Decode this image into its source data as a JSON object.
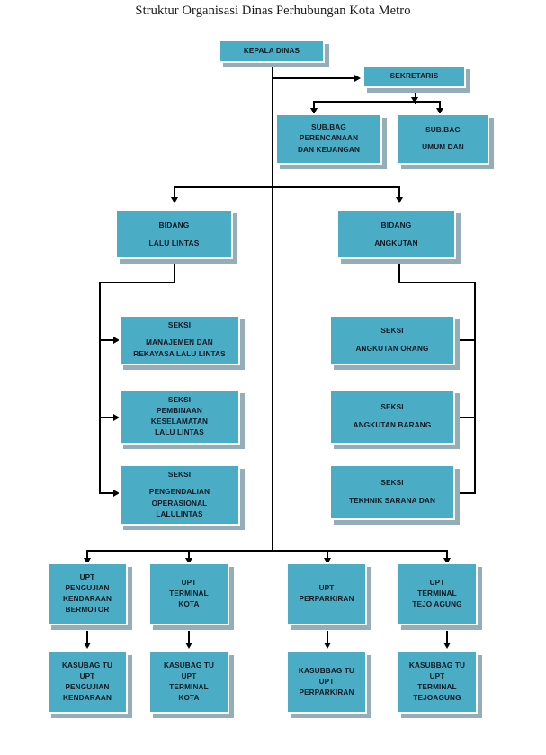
{
  "title": "Struktur Organisasi Dinas Perhubungan Kota Metro",
  "colors": {
    "box_fill": "#4BACC6",
    "box_border": "#FFFFFF",
    "box_shadow": "#94ADB8",
    "text": "#101820",
    "connector": "#000000",
    "background": "#FFFFFF"
  },
  "nodes": {
    "kepala_dinas": {
      "lines": [
        "KEPALA DINAS"
      ]
    },
    "sekretaris": {
      "lines": [
        "SEKRETARIS"
      ]
    },
    "subbag_perencanaan": {
      "lines": [
        "SUB.BAG",
        "PERENCANAAN",
        "DAN KEUANGAN"
      ]
    },
    "subbag_umum": {
      "lines": [
        "SUB.BAG",
        "UMUM  DAN"
      ]
    },
    "bidang_lalu_lintas": {
      "lines": [
        "BIDANG",
        "LALU LINTAS"
      ]
    },
    "bidang_angkutan": {
      "lines": [
        "BIDANG",
        "ANGKUTAN"
      ]
    },
    "seksi_manajemen": {
      "lines": [
        "SEKSI",
        "MANAJEMEN DAN",
        "REKAYASA LALU LINTAS"
      ]
    },
    "seksi_pembinaan": {
      "lines": [
        "SEKSI",
        "PEMBINAAN",
        "KESELAMATAN",
        "LALU LINTAS"
      ]
    },
    "seksi_pengendalian": {
      "lines": [
        "SEKSI",
        "PENGENDALIAN",
        "OPERASIONAL",
        "LALULINTAS"
      ]
    },
    "seksi_angkutan_orang": {
      "lines": [
        "SEKSI",
        "ANGKUTAN ORANG"
      ]
    },
    "seksi_angkutan_barang": {
      "lines": [
        "SEKSI",
        "ANGKUTAN BARANG"
      ]
    },
    "seksi_tekhnik": {
      "lines": [
        "SEKSI",
        "TEKHNIK SARANA DAN"
      ]
    },
    "upt_pengujian": {
      "lines": [
        "UPT",
        "PENGUJIAN",
        "KENDARAAN",
        "BERMOTOR"
      ]
    },
    "upt_terminal_kota": {
      "lines": [
        "UPT",
        "TERMINAL",
        "KOTA"
      ]
    },
    "upt_perparkiran": {
      "lines": [
        "UPT",
        "PERPARKIRAN"
      ]
    },
    "upt_terminal_tejo": {
      "lines": [
        "UPT",
        "TERMINAL",
        "TEJO AGUNG"
      ]
    },
    "kasubag_pengujian": {
      "lines": [
        "KASUBAG TU",
        "UPT",
        "PENGUJIAN",
        "KENDARAAN"
      ]
    },
    "kasubag_terminal_kota": {
      "lines": [
        "KASUBAG TU",
        "UPT",
        "TERMINAL",
        "KOTA"
      ]
    },
    "kasubbag_perparkiran": {
      "lines": [
        "KASUBBAG TU",
        "UPT",
        "PERPARKIRAN"
      ]
    },
    "kasubbag_terminal_tejo": {
      "lines": [
        "KASUBBAG TU",
        "UPT",
        "TERMINAL",
        "TEJOAGUNG"
      ]
    }
  }
}
